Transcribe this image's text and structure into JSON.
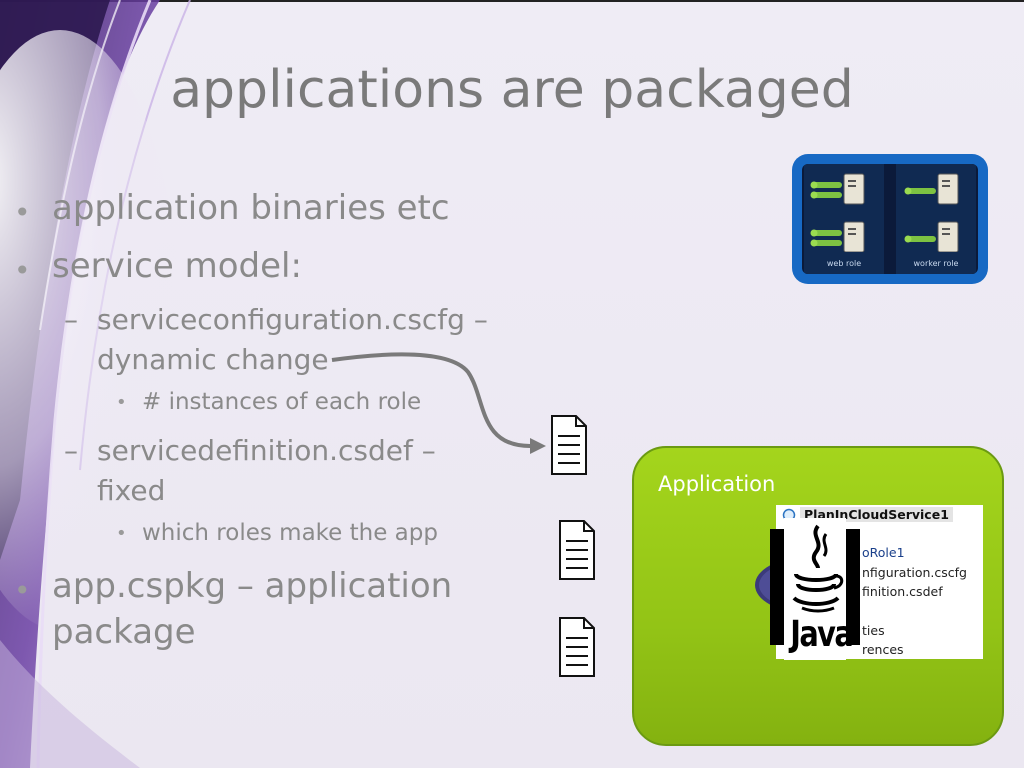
{
  "slide": {
    "title": "applications are packaged",
    "bullets": [
      {
        "text": "application binaries etc"
      },
      {
        "text": "service model:"
      },
      {
        "text": "app.cspkg – application package",
        "line1": "app.cspkg – application",
        "line2": "package"
      }
    ],
    "sub_items": [
      {
        "dash": "–",
        "line1": "serviceconfiguration.cscfg –",
        "line2": "dynamic change",
        "child": "# instances of each role"
      },
      {
        "dash": "–",
        "line1": "servicedefinition.csdef –",
        "line2": "fixed",
        "child": "which roles make the app"
      }
    ],
    "bullet_glyph": "•"
  },
  "roles_image": {
    "left_label": "web role",
    "right_label": "worker role"
  },
  "application_box": {
    "label": "Application",
    "explorer": {
      "header": "PlanInCloudService1",
      "rows": [
        "oRole1",
        "nfiguration.cscfg",
        "finition.csdef",
        "ties",
        "rences"
      ]
    },
    "java_label": "Java"
  },
  "colors": {
    "app_green": "#93c416",
    "role_blue": "#1769c4",
    "text_gray": "#8a8a8a"
  }
}
